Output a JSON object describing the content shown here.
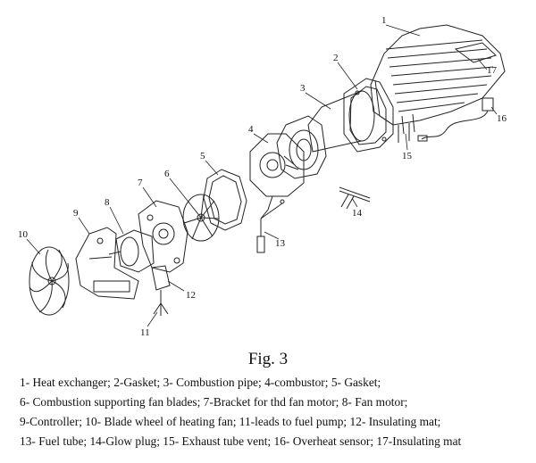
{
  "figure": {
    "caption": "Fig. 3",
    "callouts": [
      "1",
      "2",
      "3",
      "4",
      "5",
      "6",
      "7",
      "8",
      "9",
      "10",
      "11",
      "12",
      "13",
      "14",
      "15",
      "16",
      "17"
    ],
    "legend_lines": [
      "1- Heat exchanger;    2-Gasket;   3- Combustion pipe;   4-combustor;    5- Gasket;",
      "6- Combustion supporting fan blades;    7-Bracket for thd fan motor;    8- Fan motor;",
      "9-Controller; 10- Blade wheel of heating fan; 11-leads to fuel pump; 12- Insulating mat;",
      "13- Fuel tube; 14-Glow plug; 15- Exhaust tube vent; 16- Overheat sensor; 17-Insulating mat"
    ]
  }
}
